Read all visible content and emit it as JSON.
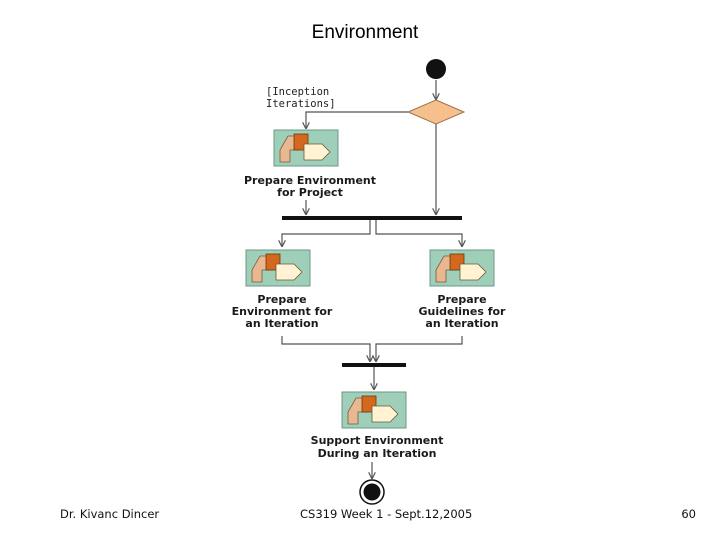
{
  "slide": {
    "title": "Environment"
  },
  "diagram": {
    "guard": [
      "[Inception",
      "Iterations]"
    ],
    "activities": {
      "prepare_env_project": [
        "Prepare Environment",
        "for Project"
      ],
      "prepare_env_iteration": [
        "Prepare",
        "Environment for",
        "an Iteration"
      ],
      "prepare_guidelines": [
        "Prepare",
        "Guidelines for",
        "an Iteration"
      ],
      "support_env": [
        "Support Environment",
        "During an Iteration"
      ]
    }
  },
  "footer": {
    "author": "Dr. Kivanc Dincer",
    "course": "CS319 Week 1 - Sept.12,2005",
    "page": "60"
  }
}
